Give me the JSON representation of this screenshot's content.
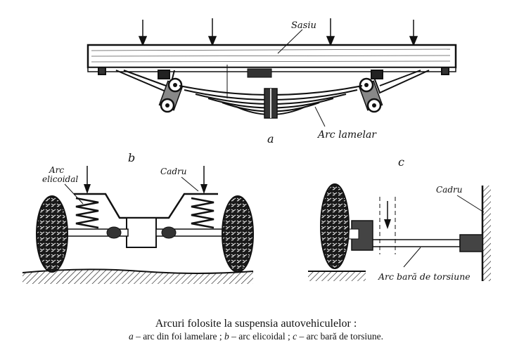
{
  "figure": {
    "caption_title": "Arcuri folosite la suspensia autovehiculelor :",
    "caption_legend": [
      {
        "letter": "a",
        "text": " – arc din foi lamelare ; "
      },
      {
        "letter": "b",
        "text": " – arc elicoidal ; "
      },
      {
        "letter": "c",
        "text": " – arc bară de torsiune."
      }
    ]
  },
  "panel_a": {
    "letter": "a",
    "label_chassis": "Sasiu",
    "label_spring": "Arc lamelar"
  },
  "panel_b": {
    "letter": "b",
    "label_coil_line1": "Arc",
    "label_coil_line2": "elicoidal",
    "label_frame": "Cadru"
  },
  "panel_c": {
    "letter": "c",
    "label_frame": "Cadru",
    "label_torsion": "Arc bară de torsiune"
  }
}
